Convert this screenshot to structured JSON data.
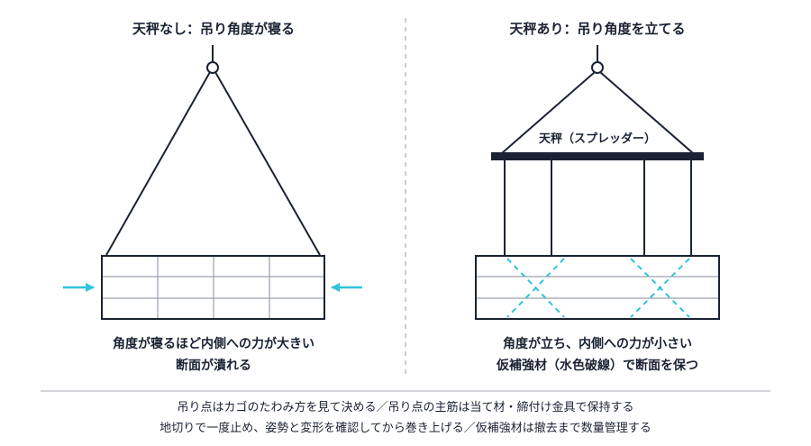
{
  "left_panel": {
    "title": "天秤なし：吊り角度が寝る",
    "caption_line1": "角度が寝るほど内側への力が大きい",
    "caption_line2": "断面が潰れる"
  },
  "right_panel": {
    "title": "天秤あり：吊り角度を立てる",
    "beam_label": "天秤（スプレッダー）",
    "caption_line1": "角度が立ち、内側への力が小さい",
    "caption_line2": "仮補強材（水色破線）で断面を保つ"
  },
  "footer": {
    "line1": "吊り点はカゴのたわみ方を見て決める／吊り点の主筋は当て材・締付け金具で保持する",
    "line2": "地切りで一度止め、姿勢と変形を確認してから巻き上げる／仮補強材は撤去まで数量管理する"
  },
  "colors": {
    "line": "#1a2233",
    "grid": "#9aa1ad",
    "accent": "#2ec4dc",
    "divider": "#b8bcc4"
  }
}
